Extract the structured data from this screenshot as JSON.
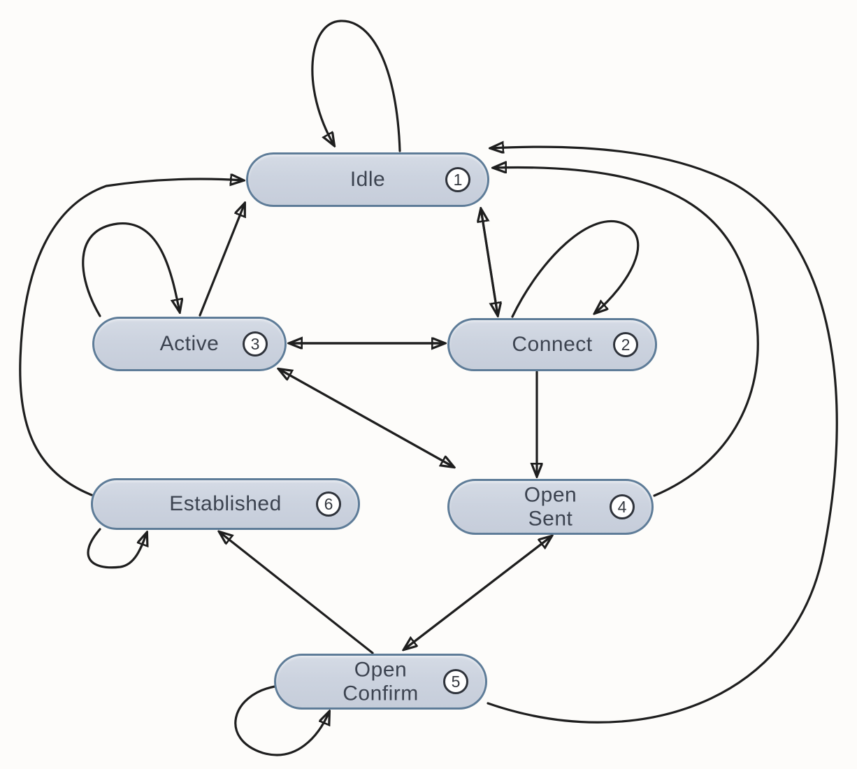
{
  "diagram": {
    "kind": "state-transition-diagram",
    "states": [
      {
        "id": "idle",
        "label": "Idle",
        "number": "1"
      },
      {
        "id": "connect",
        "label": "Connect",
        "number": "2"
      },
      {
        "id": "active",
        "label": "Active",
        "number": "3"
      },
      {
        "id": "open-sent",
        "label": "Open\nSent",
        "number": "4"
      },
      {
        "id": "open-confirm",
        "label": "Open\nConfirm",
        "number": "5"
      },
      {
        "id": "established",
        "label": "Established",
        "number": "6"
      }
    ],
    "edges": [
      {
        "from": "idle",
        "to": "idle",
        "kind": "self-loop"
      },
      {
        "from": "connect",
        "to": "connect",
        "kind": "self-loop"
      },
      {
        "from": "active",
        "to": "active",
        "kind": "self-loop"
      },
      {
        "from": "established",
        "to": "established",
        "kind": "self-loop"
      },
      {
        "from": "open-confirm",
        "to": "open-confirm",
        "kind": "self-loop"
      },
      {
        "from": "active",
        "to": "idle",
        "kind": "one-way"
      },
      {
        "from": "idle",
        "to": "connect",
        "kind": "two-way"
      },
      {
        "from": "active",
        "to": "connect",
        "kind": "two-way"
      },
      {
        "from": "connect",
        "to": "open-sent",
        "kind": "one-way"
      },
      {
        "from": "active",
        "to": "open-sent",
        "kind": "two-way"
      },
      {
        "from": "open-sent",
        "to": "open-confirm",
        "kind": "two-way"
      },
      {
        "from": "open-confirm",
        "to": "established",
        "kind": "one-way"
      },
      {
        "from": "open-sent",
        "to": "idle",
        "kind": "one-way"
      },
      {
        "from": "open-confirm",
        "to": "idle",
        "kind": "one-way"
      },
      {
        "from": "established",
        "to": "idle",
        "kind": "one-way"
      }
    ],
    "colors": {
      "background": "#fdfcfa",
      "state_fill": "#ccd3df",
      "state_border": "#5e7c98",
      "state_text": "#3c4350",
      "edge": "#1e1e1e",
      "badge_fill": "#ffffff",
      "badge_border": "#2f333b"
    }
  }
}
